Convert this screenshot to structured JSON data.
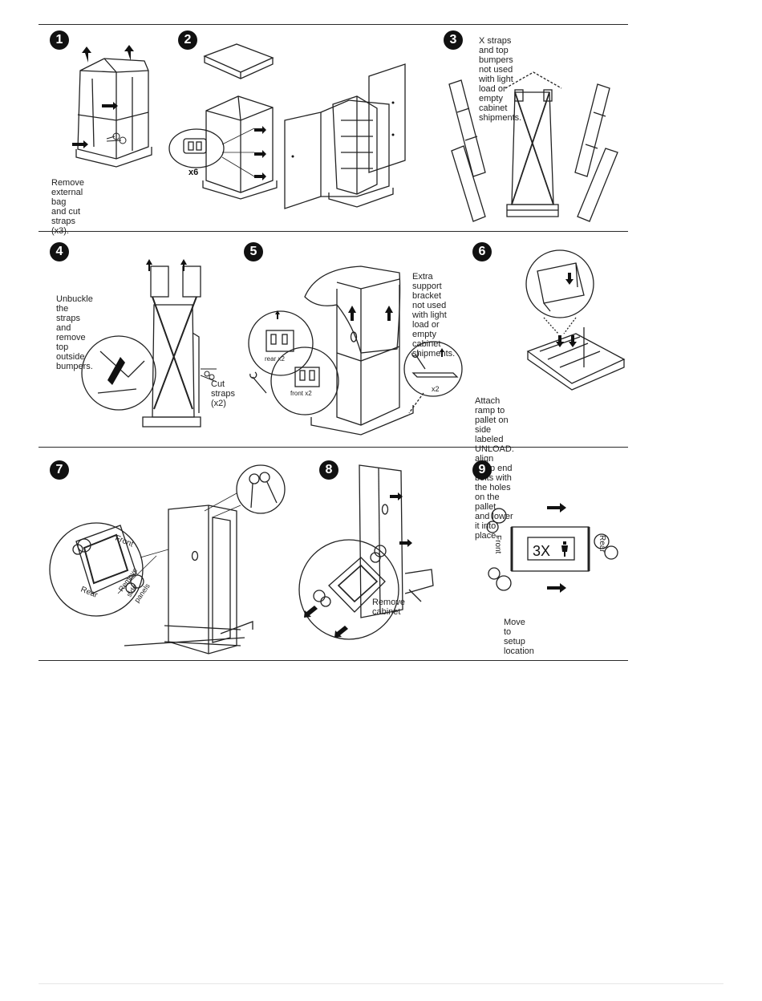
{
  "steps": [
    {
      "number": "1",
      "caption": "Remove external bag\nand cut straps (x3)."
    },
    {
      "number": "2",
      "label": "x6"
    },
    {
      "number": "3",
      "caption": "X straps and top bumpers\nnot used with light load or\nempty cabinet shipments."
    },
    {
      "number": "4",
      "caption": "Unbuckle the straps\nand remove top\noutside bumpers.",
      "side_label": "Cut\nstraps\n(x2)"
    },
    {
      "number": "5",
      "caption": "Extra support\nbracket not used\nwith light load or\nempty cabinet\nshipments.",
      "rear_label": "rear x2",
      "front_label": "front x2",
      "x2_label": "x2"
    },
    {
      "number": "6",
      "caption": "Attach ramp to pallet on side\nlabeled UNLOAD: align ramp end\nbolts with the holes on the pallet\nand lower it into place."
    },
    {
      "number": "7",
      "front_label": "Front",
      "rear_label": "Rear",
      "side_panels_label": "Remove side\npanels"
    },
    {
      "number": "8",
      "remove_label": "Remove\ncabinet"
    },
    {
      "number": "9",
      "front_label": "Front",
      "rear_label": "Rear",
      "box_label": "3X",
      "caption": "Move to setup location"
    }
  ]
}
